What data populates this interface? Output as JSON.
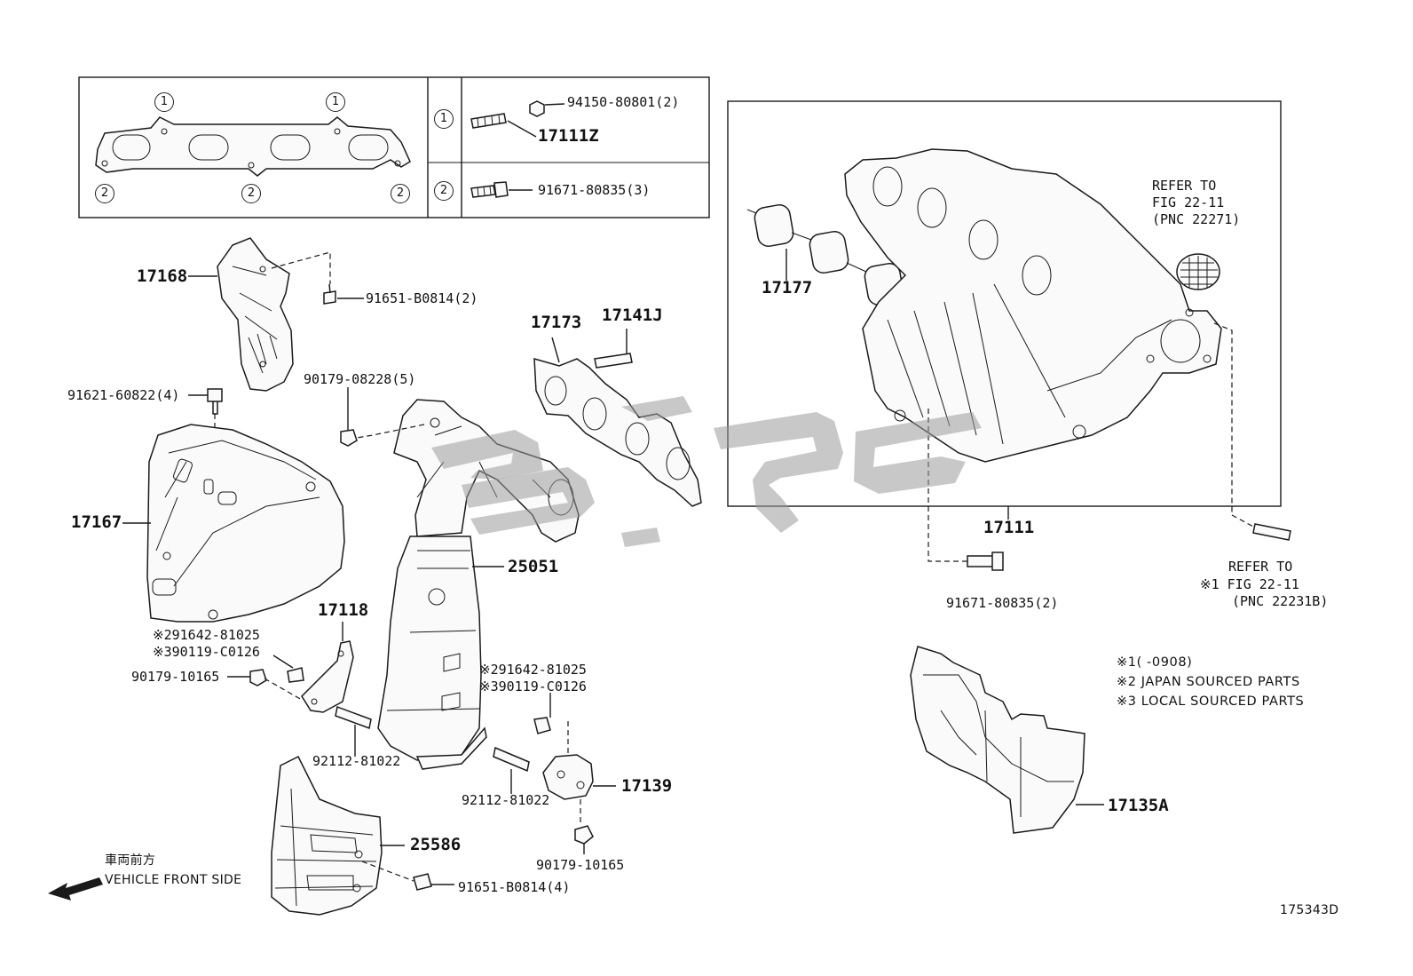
{
  "gasket_box": {
    "markers_top": [
      "1",
      "1"
    ],
    "markers_bottom": [
      "2",
      "2",
      "2"
    ],
    "rows": [
      {
        "marker": "1",
        "parts": [
          "94150-80801(2)",
          "17111Z"
        ]
      },
      {
        "marker": "2",
        "parts": [
          "91671-80835(3)"
        ]
      }
    ]
  },
  "labels": {
    "p17168": "17168",
    "p91651_b0814_2": "91651-B0814(2)",
    "p17173": "17173",
    "p17141j": "17141J",
    "p91621": "91621-60822(4)",
    "p90179_08228": "90179-08228(5)",
    "p17167": "17167",
    "p25051": "25051",
    "p17118": "17118",
    "p_fw1_a": "※291642-81025",
    "p_fw1_b": "※390119-C0126",
    "p90179_10165_l": "90179-10165",
    "p_fw2_a": "※291642-81025",
    "p_fw2_b": "※390119-C0126",
    "p92112_l": "92112-81022",
    "p92112_r": "92112-81022",
    "p17139": "17139",
    "p90179_10165_r": "90179-10165",
    "p25586": "25586",
    "p91651_b0814_4": "91651-B0814(4)",
    "p17177": "17177",
    "p17111": "17111",
    "p91671_80835_2": "91671-80835(2)",
    "p17135a": "17135A"
  },
  "refer_top": [
    "REFER TO",
    "FIG 22-11",
    "(PNC 22271)"
  ],
  "refer_bottom": [
    "REFER TO",
    "※1 FIG 22-11",
    "(PNC 22231B)"
  ],
  "notes": [
    "※1(      -0908)",
    "※2 JAPAN SOURCED PARTS",
    "※3 LOCAL SOURCED PARTS"
  ],
  "front": {
    "jp": "車両前方",
    "en": "VEHICLE FRONT SIDE"
  },
  "figure_number": "175343D",
  "colors": {
    "line": "#1a1a1a",
    "watermark": "#9a9a9a",
    "background": "#ffffff"
  }
}
